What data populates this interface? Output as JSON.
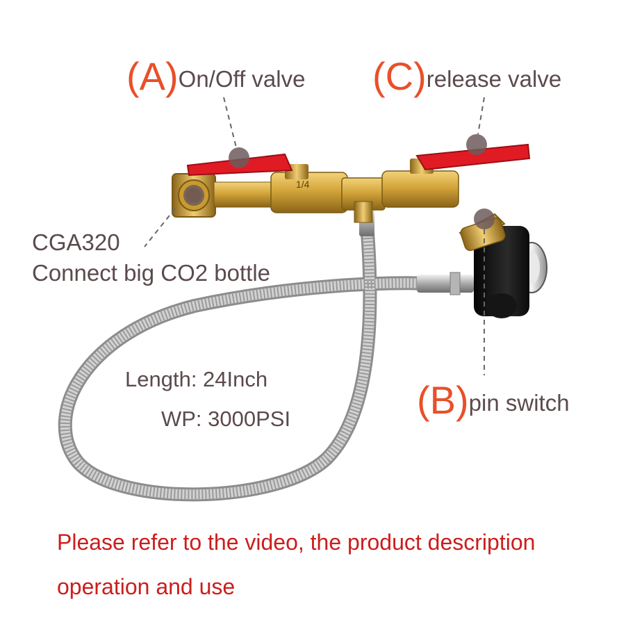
{
  "callouts": {
    "a": {
      "letter": "(A)",
      "caption": "On/Off valve"
    },
    "c": {
      "letter": "(C)",
      "caption": "release valve"
    },
    "b": {
      "letter": "(B)",
      "caption": "pin switch"
    }
  },
  "cga": {
    "model": "CGA320",
    "description": "Connect big CO2 bottle"
  },
  "specs": {
    "length": "Length: 24Inch",
    "wp": "WP: 3000PSI"
  },
  "note": {
    "line1": "Please refer to the video, the product description",
    "line2": "operation and use"
  },
  "colors": {
    "callout_letter": "#e8502a",
    "caption_text": "#5b4a4c",
    "note_text": "#cc1d1d",
    "brass": "#d4a53a",
    "valve_handle": "#e01b24",
    "hose_steel": "#b9b9b9"
  },
  "fittings": {
    "port_mark": "1/4"
  }
}
